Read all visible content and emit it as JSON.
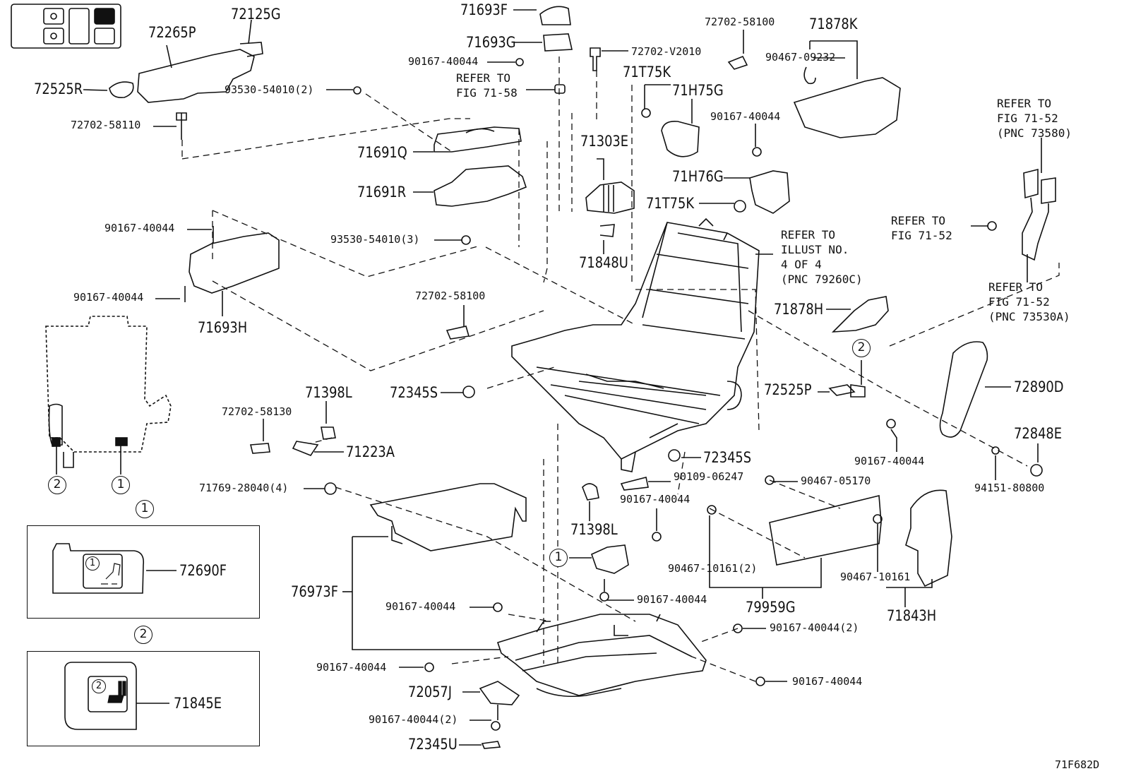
{
  "diagram_id": "71F682D",
  "part_numbers": {
    "p71693F": "71693F",
    "p71693G": "71693G",
    "p72702_58100_top": "72702-58100",
    "p71878K": "71878K",
    "p72125G": "72125G",
    "p72265P": "72265P",
    "p90167_40044_a": "90167-40044",
    "p72702_V2010": "72702-V2010",
    "p90467_09232": "90467-09232",
    "p72525R": "72525R",
    "p93530_54010_2": "93530-54010(2)",
    "p71T75K_top": "71T75K",
    "p71H75G": "71H75G",
    "p72702_58110": "72702-58110",
    "p90167_40044_b": "90167-40044",
    "p71691Q": "71691Q",
    "p71303E": "71303E",
    "p71H76G": "71H76G",
    "p71691R": "71691R",
    "p71T75K_mid": "71T75K",
    "p90167_40044_c": "90167-40044",
    "p93530_54010_3": "93530-54010(3)",
    "p71848U": "71848U",
    "p90167_40044_d": "90167-40044",
    "p71693H": "71693H",
    "p72702_58100_mid": "72702-58100",
    "p71878H": "71878H",
    "p72890D": "72890D",
    "p72345S_left": "72345S",
    "p72525P": "72525P",
    "p71398L_top": "71398L",
    "p72702_58130": "72702-58130",
    "p71223A": "71223A",
    "p90167_40044_e": "90167-40044",
    "p72848E": "72848E",
    "p72345S_right": "72345S",
    "p90109_06247": "90109-06247",
    "p90467_05170": "90467-05170",
    "p94151_80800": "94151-80800",
    "p71769_28040_4": "71769-28040(4)",
    "p90167_40044_f": "90167-40044",
    "p71398L_bottom": "71398L",
    "p72690F": "72690F",
    "p90467_10161_2": "90467-10161(2)",
    "p90467_10161": "90467-10161",
    "p76973F": "76973F",
    "p90167_40044_g": "90167-40044",
    "p79959G": "79959G",
    "p71843H": "71843H",
    "p90167_40044_h": "90167-40044",
    "p90167_40044_2": "90167-40044(2)",
    "p90167_40044_i": "90167-40044",
    "p71845E": "71845E",
    "p90167_40044_j": "90167-40044",
    "p72057J": "72057J",
    "p90167_40044_2b": "90167-40044(2)",
    "p72345U": "72345U"
  },
  "references": {
    "refer_fig_71_58": "REFER TO\nFIG 71-58",
    "refer_illust": "REFER TO\nILLUST NO.\n4 OF 4\n(PNC 79260C)",
    "refer_fig_71_52_top": "REFER TO\nFIG 71-52\n(PNC 73580)",
    "refer_fig_71_52_mid": "REFER TO\nFIG 71-52",
    "refer_fig_71_52_bottom": "REFER TO\nFIG 71-52\n(PNC 73530A)"
  },
  "callouts": {
    "c1": "1",
    "c2": "2"
  }
}
